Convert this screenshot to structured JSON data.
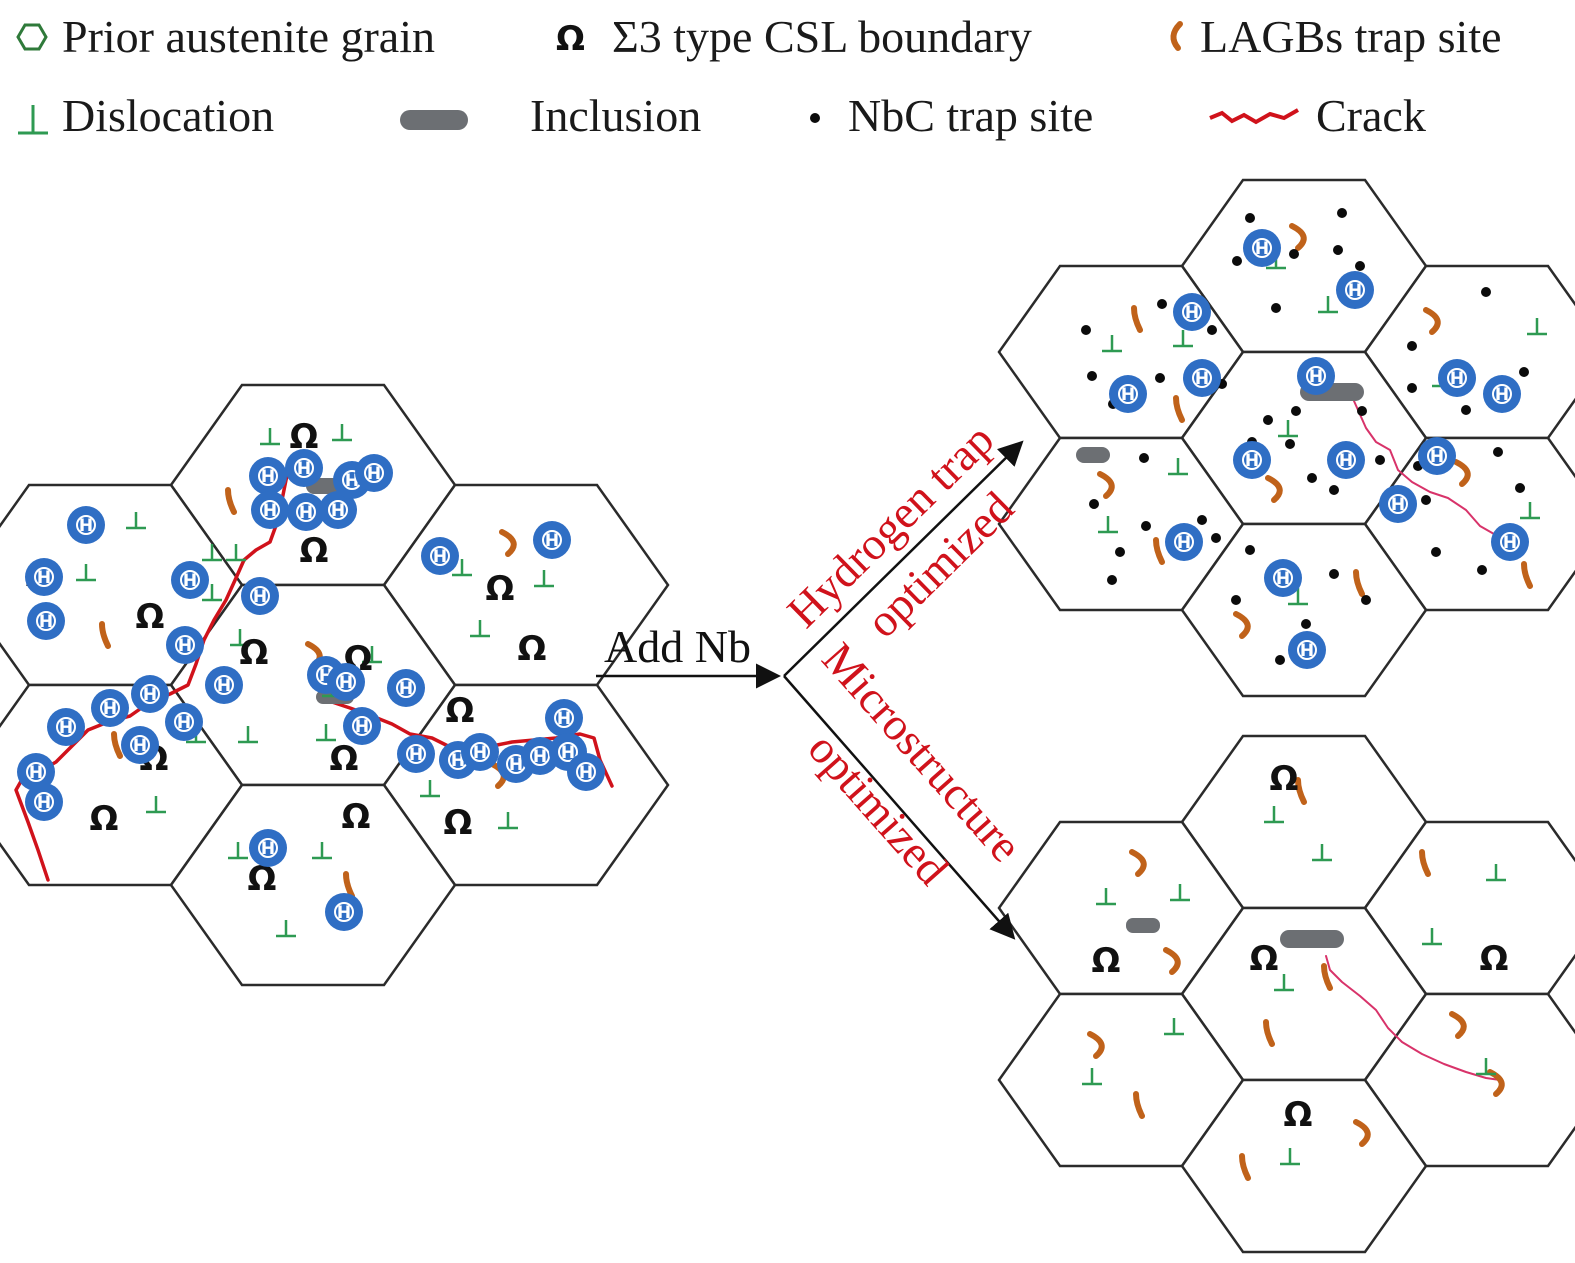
{
  "legend": {
    "items": [
      {
        "id": "prior-austenite-grain",
        "label": "Prior austenite grain",
        "icon": "hexagon-icon"
      },
      {
        "id": "sigma3-csl-boundary",
        "label": "Σ3 type CSL boundary",
        "icon": "omega-icon"
      },
      {
        "id": "lagbs-trap-site",
        "label": "LAGBs trap site",
        "icon": "orange-arc-icon"
      },
      {
        "id": "dislocation",
        "label": "Dislocation",
        "icon": "dislocation-icon"
      },
      {
        "id": "inclusion",
        "label": "Inclusion",
        "icon": "gray-capsule-icon"
      },
      {
        "id": "nbc-trap-site",
        "label": "NbC trap site",
        "icon": "black-dot-icon"
      },
      {
        "id": "crack",
        "label": "Crack",
        "icon": "red-crack-icon"
      }
    ]
  },
  "symbols": {
    "omega": "Ω",
    "hydrogen": "H",
    "dislocation": "⊥"
  },
  "arrows": {
    "add_nb": "Add Nb",
    "upper_line1": "Hydrogen trap",
    "upper_line2": "optimized",
    "lower_line1": "Microstructure",
    "lower_line2": "optimized"
  },
  "colors": {
    "grain_border": "#2b2b2b",
    "hydrogen": "#2f6ec4",
    "dislocation": "#2e9a52",
    "lagb": "#c0621a",
    "inclusion": "#6c6f73",
    "nbc": "#0b0b0b",
    "crack_main": "#d0121b",
    "crack_thin": "#d8336a",
    "arrow_label": "#d0121b",
    "text": "#1a1a1a"
  }
}
